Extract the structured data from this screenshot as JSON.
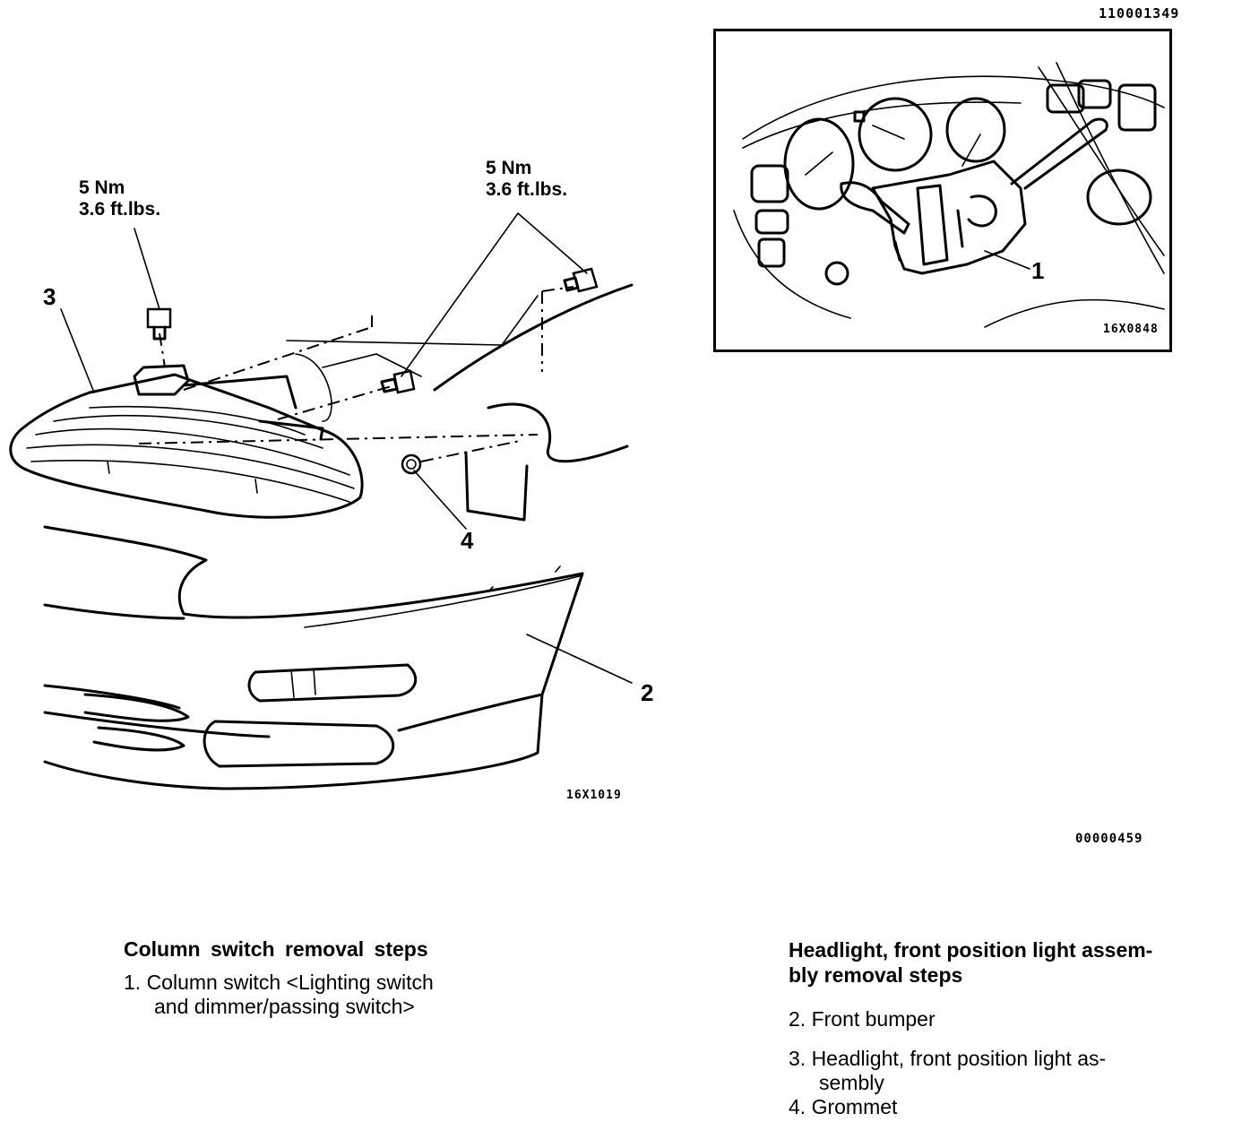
{
  "figure_ids": {
    "top_right": "110001349",
    "inset": "16X0848",
    "headlight": "16X1019",
    "page_bottom": "00000459"
  },
  "torque_specs": {
    "left": {
      "nm": "5 Nm",
      "ftlbs": "3.6 ft.lbs."
    },
    "right": {
      "nm": "5 Nm",
      "ftlbs": "3.6 ft.lbs."
    }
  },
  "callouts": {
    "column_switch": "1",
    "front_bumper": "2",
    "headlight": "3",
    "grommet": "4"
  },
  "column_switch_section": {
    "heading": "Column switch removal steps",
    "steps": [
      {
        "line1": "1. Column switch <Lighting switch",
        "line2": "and dimmer/passing switch>"
      }
    ]
  },
  "headlight_section": {
    "heading_line1": "Headlight, front position light assem-",
    "heading_line2": "bly removal steps",
    "steps": [
      {
        "line1": "2. Front bumper",
        "line2": ""
      },
      {
        "line1": "3. Headlight, front position light as-",
        "line2": "sembly"
      },
      {
        "line1": "4. Grommet",
        "line2": ""
      }
    ]
  }
}
